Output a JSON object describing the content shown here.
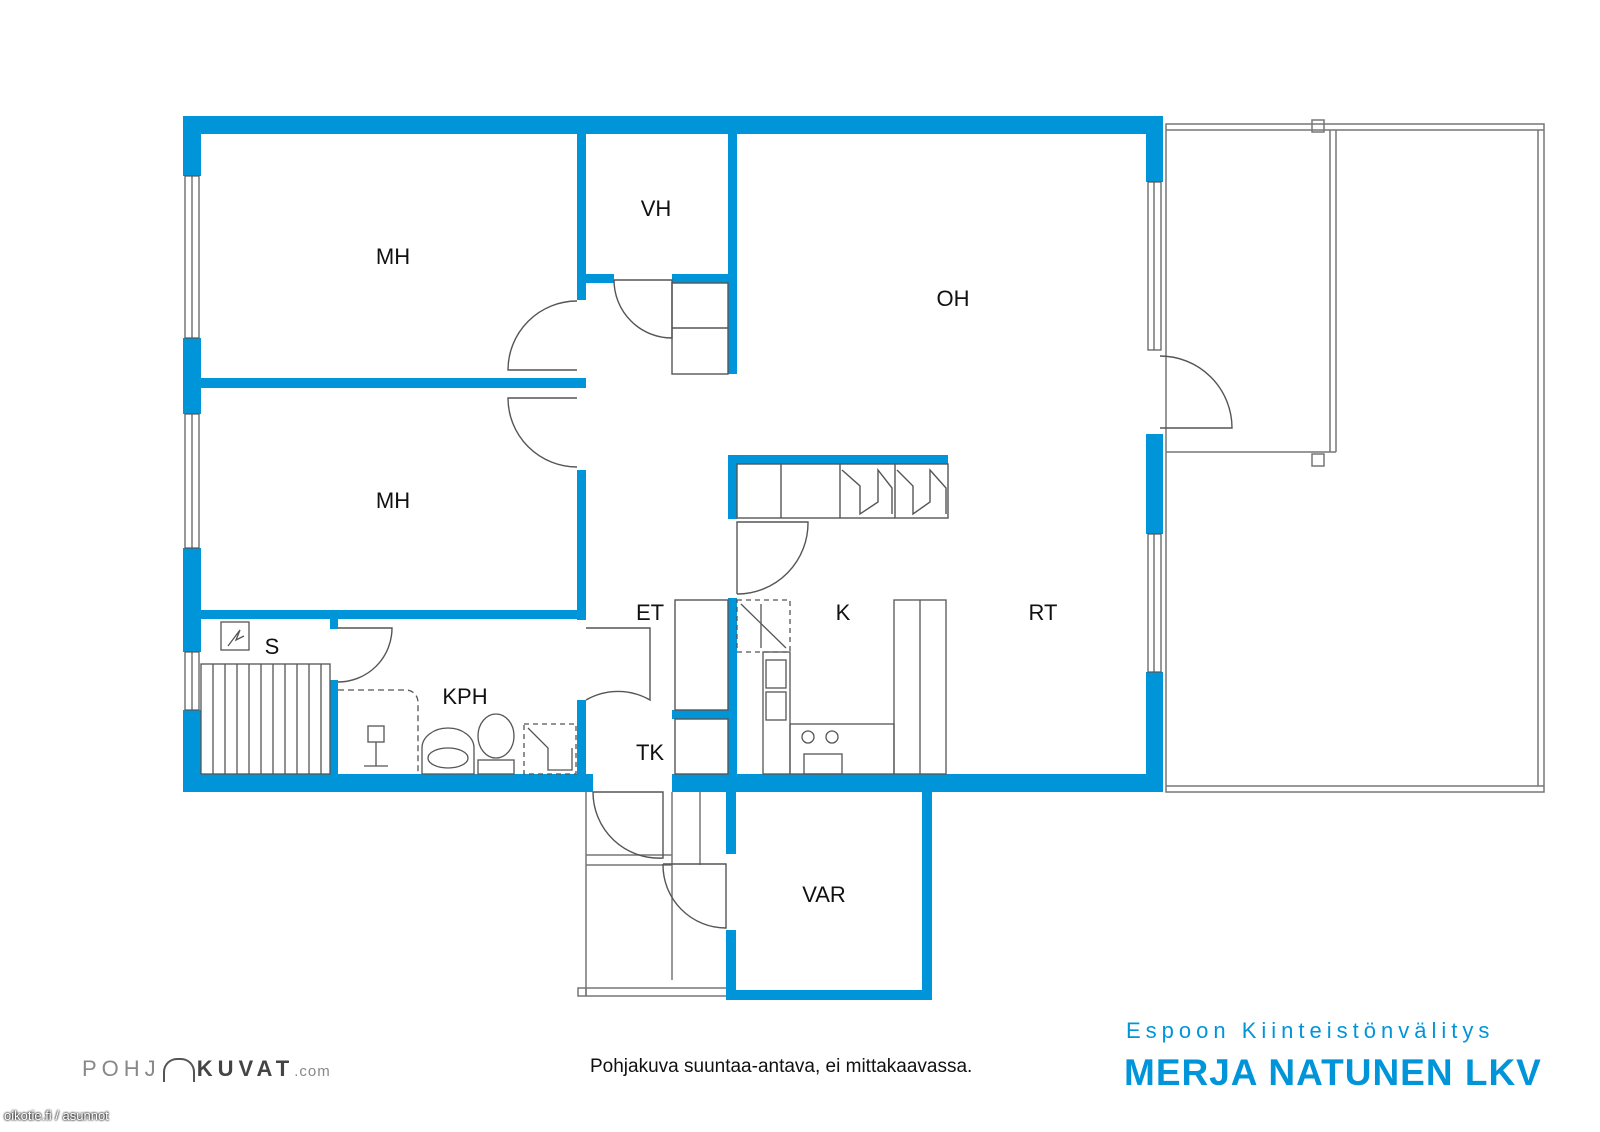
{
  "rooms": {
    "mh1": "MH",
    "mh2": "MH",
    "vh": "VH",
    "oh": "OH",
    "et": "ET",
    "k": "K",
    "rt": "RT",
    "s": "S",
    "kph": "KPH",
    "tk": "TK",
    "var": "VAR"
  },
  "disclaimer": "Pohjakuva suuntaa-antava, ei mittakaavassa.",
  "agency": {
    "subtitle": "Espoon Kiinteistönvälitys",
    "name": "MERJA NATUNEN LKV"
  },
  "logo": {
    "part1": "POHJ",
    "part2": "KUVAT",
    "part3": ".com"
  },
  "watermark": "oikotie.fi / asunnot",
  "colors": {
    "wall": "#0095d9",
    "line": "#555555"
  }
}
